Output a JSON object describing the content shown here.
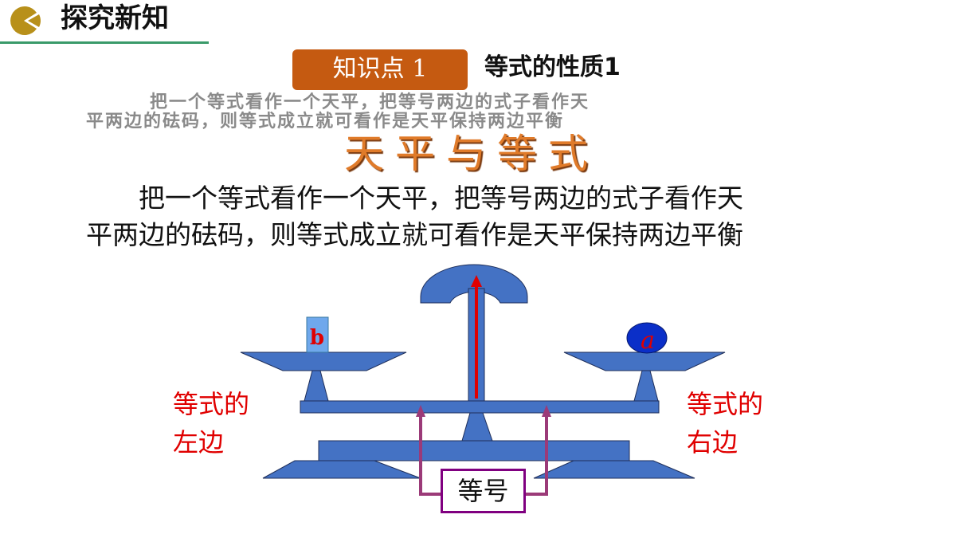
{
  "header": {
    "title": "探究新知",
    "icon": "pie-chart-icon",
    "accent": "#b8901a"
  },
  "tag": {
    "label": "知识点 1",
    "color": "#c55a11"
  },
  "subtitle": "等式的性质1",
  "ghost_text": {
    "line1": "把一个等式看作一个天平，把等号两边的式子看作天",
    "line2": "平两边的砝码，则等式成立就可看作是天平保持两边平衡",
    "overlay": "天平与等式"
  },
  "body": {
    "line1": "　　把一个等式看作一个天平，把等号两边的式子看作天",
    "line2": "平两边的砝码，则等式成立就可看作是天平保持两边平衡"
  },
  "diagram": {
    "left_weight": "b",
    "right_weight": "a",
    "left_label_1": "等式的",
    "left_label_2": "左边",
    "right_label_1": "等式的",
    "right_label_2": "右边",
    "center_label": "等号",
    "scale_color": "#4472c4",
    "arrow_color": "#e00000",
    "connector_color": "#800080"
  }
}
